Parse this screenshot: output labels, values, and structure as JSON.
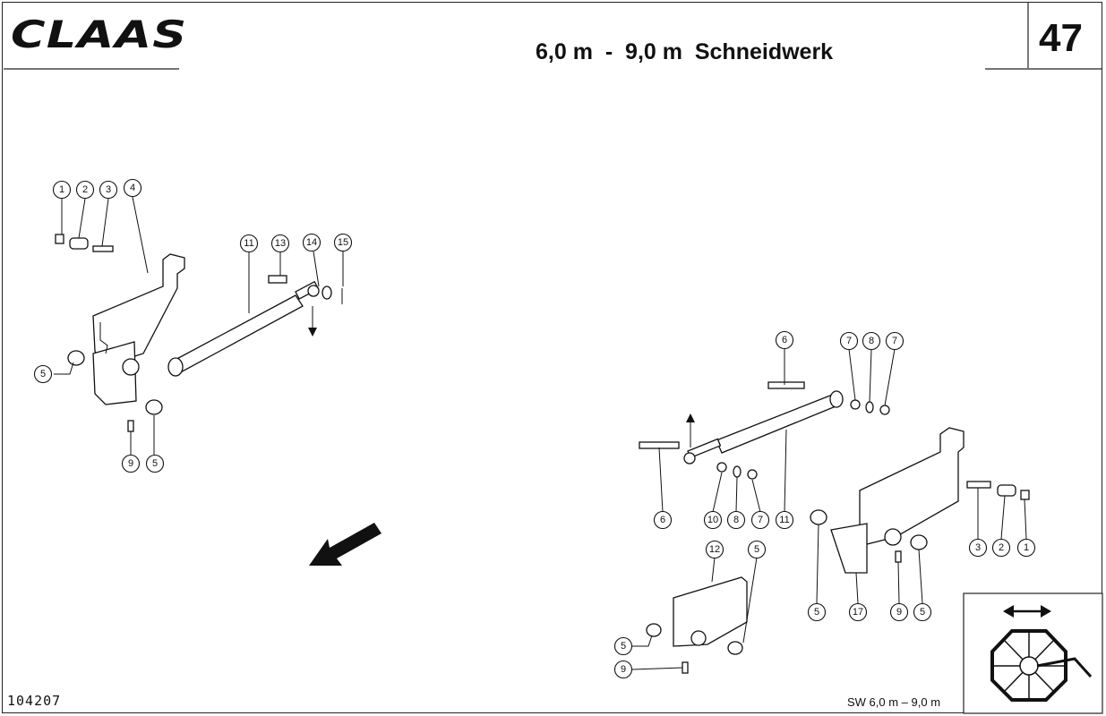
{
  "header": {
    "brand": "CLAAS",
    "title": "6,0 m  -  9,0 m  Schneidwerk",
    "page_number": "47"
  },
  "footer": {
    "doc_code": "104207",
    "range_label": "SW 6,0 m – 9,0 m"
  },
  "left_assembly": {
    "callouts": [
      "1",
      "2",
      "3",
      "4",
      "11",
      "13",
      "14",
      "15",
      "5",
      "9",
      "5"
    ]
  },
  "right_assembly": {
    "callouts": [
      "6",
      "7",
      "8",
      "7",
      "6",
      "10",
      "8",
      "7",
      "11",
      "3",
      "2",
      "1",
      "12",
      "5",
      "5",
      "9",
      "5",
      "17",
      "9",
      "5"
    ]
  }
}
